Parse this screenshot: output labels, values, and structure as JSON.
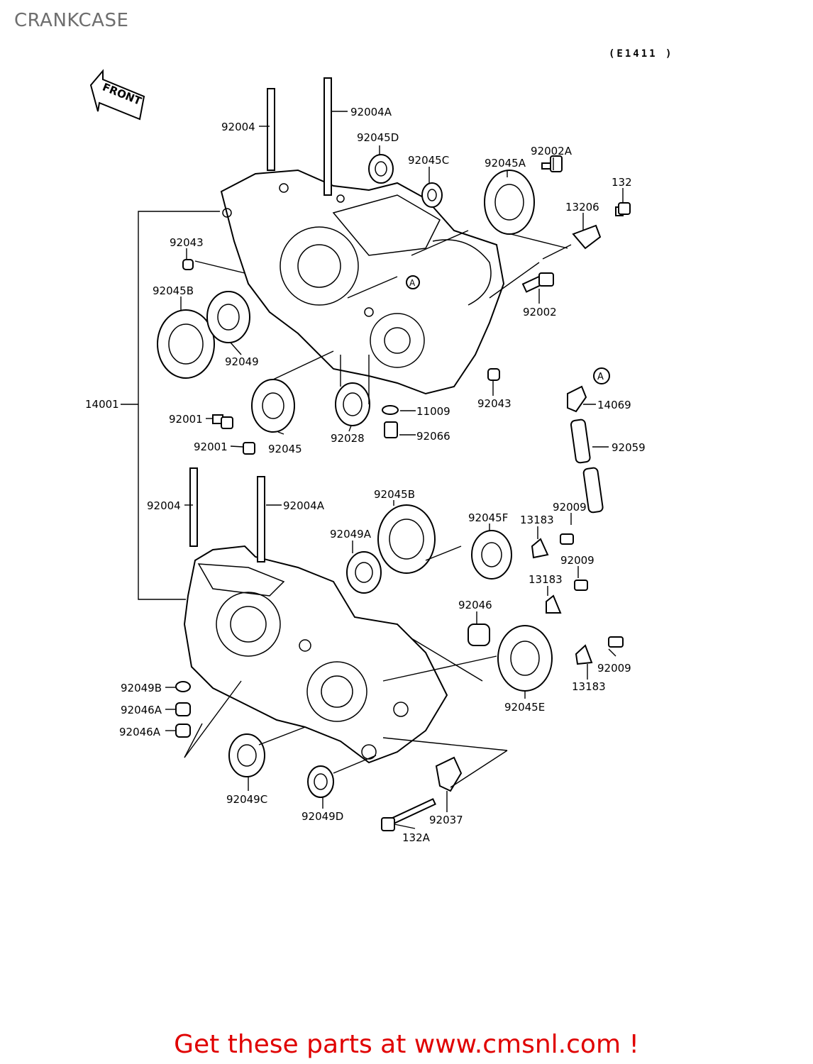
{
  "header": {
    "title": "CRANKCASE",
    "code": "(E1411 )"
  },
  "front_arrow": {
    "label": "FRONT"
  },
  "callouts": {
    "a_upper": "A",
    "a_lower": "A"
  },
  "parts": [
    {
      "id": "92004_top",
      "label": "92004"
    },
    {
      "id": "92004A_top",
      "label": "92004A"
    },
    {
      "id": "92045D",
      "label": "92045D"
    },
    {
      "id": "92045C",
      "label": "92045C"
    },
    {
      "id": "92045A",
      "label": "92045A"
    },
    {
      "id": "92002A",
      "label": "92002A"
    },
    {
      "id": "132",
      "label": "132"
    },
    {
      "id": "13206",
      "label": "13206"
    },
    {
      "id": "92043_left",
      "label": "92043"
    },
    {
      "id": "92045B_left",
      "label": "92045B"
    },
    {
      "id": "92049",
      "label": "92049"
    },
    {
      "id": "92002",
      "label": "92002"
    },
    {
      "id": "14001",
      "label": "14001"
    },
    {
      "id": "92001_a",
      "label": "92001"
    },
    {
      "id": "92001_b",
      "label": "92001"
    },
    {
      "id": "92045",
      "label": "92045"
    },
    {
      "id": "92028",
      "label": "92028"
    },
    {
      "id": "11009",
      "label": "11009"
    },
    {
      "id": "92066",
      "label": "92066"
    },
    {
      "id": "92043_right",
      "label": "92043"
    },
    {
      "id": "14069",
      "label": "14069"
    },
    {
      "id": "92059",
      "label": "92059"
    },
    {
      "id": "92004_bottom",
      "label": "92004"
    },
    {
      "id": "92004A_bottom",
      "label": "92004A"
    },
    {
      "id": "92045B_mid",
      "label": "92045B"
    },
    {
      "id": "92045F",
      "label": "92045F"
    },
    {
      "id": "13183_a",
      "label": "13183"
    },
    {
      "id": "92009_a",
      "label": "92009"
    },
    {
      "id": "92049A",
      "label": "92049A"
    },
    {
      "id": "92009_b",
      "label": "92009"
    },
    {
      "id": "13183_b",
      "label": "13183"
    },
    {
      "id": "92046",
      "label": "92046"
    },
    {
      "id": "92009_c",
      "label": "92009"
    },
    {
      "id": "13183_c",
      "label": "13183"
    },
    {
      "id": "92045E",
      "label": "92045E"
    },
    {
      "id": "92049B",
      "label": "92049B"
    },
    {
      "id": "92046A_a",
      "label": "92046A"
    },
    {
      "id": "92046A_b",
      "label": "92046A"
    },
    {
      "id": "92049C",
      "label": "92049C"
    },
    {
      "id": "92049D",
      "label": "92049D"
    },
    {
      "id": "92037",
      "label": "92037"
    },
    {
      "id": "132A",
      "label": "132A"
    }
  ],
  "footer": {
    "text": "Get these parts at www.cmsnl.com !"
  }
}
